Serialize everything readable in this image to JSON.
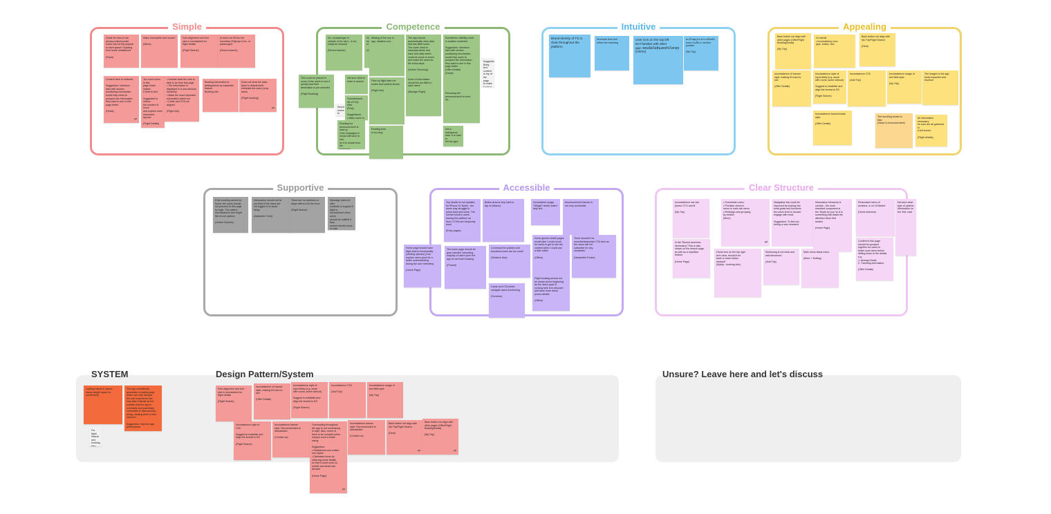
{
  "clusters": {
    "simple": {
      "title": "Simple",
      "color": "#f28b8b"
    },
    "competence": {
      "title": "Competence",
      "color": "#8bb874"
    },
    "intuitive": {
      "title": "Intuitive",
      "color": "#8fd1f2"
    },
    "appealing": {
      "title": "Appealing",
      "color": "#f0d36a"
    },
    "supportive": {
      "title": "Supportive",
      "color": "#a8a8a8"
    },
    "accessible": {
      "title": "Accessible",
      "color": "#c3a8f0"
    },
    "clear_structure": {
      "title": "Clear Structure",
      "color": "#f0c6f3"
    }
  },
  "panels": {
    "system": "SYSTEM",
    "design_pattern": "Design Pattern/System",
    "unsure": "Unsure? Leave here and let's discuss"
  },
  "notes": {
    "simple": [
      {
        "lines": [
          "Guide for new of use",
          "privacy notice/cookie",
          "notice can be flat popular",
          "to save space? Spacing",
          "here looks unbalanced",
          "",
          "(Flystr)"
        ]
      },
      {
        "lines": [
          "Make incomplete and words?",
          "",
          "(Alerts)"
        ]
      },
      {
        "lines": [
          "Font alignment and font",
          "size is inconsistent for",
          "flight details",
          "",
          "(Flight Search)"
        ]
      },
      {
        "lines": [
          "(It does not fill into the",
          "homeflow (Flybuys & Inc. of",
          "passenger)",
          "",
          "(Recent search)"
        ]
      },
      {
        "lines": [
          "Content here is cluttered.",
          "",
          "Suggestion: Introduce",
          "tabs with section",
          "positioning mechanism",
          "would help users to",
          "prospect the information",
          "they want to see in this",
          "page better.",
          "",
          "(Deals)"
        ]
      },
      {
        "lines": [
          "Too much icons in this",
          "page which makes",
          "it hard to find",
          "",
          "Suggested to reduce",
          "the number of icons",
          "and explore more",
          "structured layouts",
          "",
          "(Flight Details)"
        ]
      },
      {
        "lines": [
          "• Unclear what the user is",
          "able to do from this page",
          "• The information is",
          "displayed in a non-obvious",
          "hierarchy",
          "• Make the most important",
          "information stand out",
          "• Cards and CTA not aligned",
          "",
          "(Flight Info)"
        ]
      },
      {
        "lines": [
          "Booking information is",
          "distinguished by subscribe",
          "feature",
          "Booking info"
        ]
      },
      {
        "lines": [
          "Does not clear the data",
          "back to default itself",
          "eliminate the users (crop",
          "back)",
          "",
          "(Flight booking)"
        ]
      }
    ],
    "competence": [
      {
        "lines": [
          "No. of passenger is",
          "outside of the card – it not",
          "easily be ensured",
          "",
          "(Recent search)"
        ]
      },
      {
        "lines": [
          "Not sure what the",
          "recommended options",
          "of the Smart button?",
          "",
          "(Search)"
        ]
      },
      {
        "lines": [
          "The app should",
          "automatically clear data",
          "that has filled some.",
          "The users need to",
          "manually delete and",
          "have new data which",
          "could be prone to errors",
          "and make the users do",
          "the extra steps.",
          "",
          "(Online Checking)"
        ]
      },
      {
        "lines": [
          "Sometimes visibility mode",
          "in location modelled.",
          "",
          "Suggestion: Introduce",
          "tabs with section",
          "positioning mechanism",
          "would help users to",
          "prospect the information",
          "they want to see in this",
          "page better.",
          "(Offer Details)",
          "(Deals)"
        ]
      },
      {
        "lines": [
          "Suggestion:",
          "Bring text content",
          "to top of the page",
          "to make it stand",
          "out more",
          "",
          "(Offer Details)"
        ]
      },
      {
        "lines": [
          "This could be placed to",
          "some of the users to see it",
          "quickly that their",
          "destination is pre-selected",
          "",
          "(Flight Booking)"
        ]
      },
      {
        "lines": [
          "Search where to",
          "place search"
        ]
      },
      {
        "lines": [
          "Not sure what to",
          "enter in search"
        ]
      },
      {
        "lines": [
          "Overwhelmed list of FAQ",
          "links",
          "(FAQ)",
          "",
          "Suggestions:",
          "• Make users to search",
          "the topic",
          "• Introduce tab",
          "positioning"
        ]
      },
      {
        "lines": [
          "Filter by flight date not",
          "sorted and earliest shown",
          "",
          "(Flight Info)"
        ]
      },
      {
        "lines": [
          "Icons of information",
          "should be pre-filled to",
          "save users",
          "",
          "(Manage Flight)"
        ]
      },
      {
        "lines": [
          "Removing the",
          "announcement is ment",
          "up..."
        ]
      },
      {
        "lines": [
          "Missing of the use in",
          "app, disallow sort..."
        ]
      },
      {
        "lines": [
          "Reading the",
          "announcement is hard up",
          "if the messages in",
          "reload still have to test",
          "for it to restart from the",
          "beginning",
          "(News & Announcement)"
        ]
      },
      {
        "lines": [
          "Reading time",
          "is too long"
        ]
      },
      {
        "lines": [
          "Not a ambiguous",
          "data. It is hard to",
          "tell the type"
        ]
      }
    ],
    "intuitive": [
      {
        "lines": [
          "Brand identity of TG is",
          "clear throughout the",
          "platform"
        ]
      },
      {
        "lines": [
          "Shortcuts that look",
          "reflect the branding"
        ]
      },
      {
        "lines": [
          "User icon on the top left",
          "isn't familiar with other",
          "app: คอนนิยไม่คุ้นเคยกับโลกดุจ",
          "(Home)"
        ]
      },
      {
        "lines": [
          "ยะเป้าทุดุประเท่ น่ายจังหน้า",
          "บทความเห็นกะ section",
          "position",
          "",
          "(My Trip)"
        ]
      }
    ],
    "appealing": [
      {
        "lines": [
          "Back button not align with",
          "other pages (Offer/Flight",
          "Booking/Deals)",
          "",
          "(My Trip)"
        ]
      },
      {
        "lines": [
          "UI overall",
          "• Inconsistency icon",
          "type, button, fine"
        ]
      },
      {
        "lines": [
          "Back button not align with",
          "My Trip/Flight Search",
          "",
          "(Deal)"
        ]
      },
      {
        "lines": [
          "Inconsistence of banner",
          "style, making it's hard to",
          "see",
          "",
          "(Offer Details)"
        ]
      },
      {
        "lines": [
          "Inconsistence style of",
          "input fields (e.g. some",
          "with round, some without)",
          "",
          "Suggest to establish and",
          "align the format to DS",
          "",
          "(Flight Search)"
        ]
      },
      {
        "lines": [
          "Inconsistence CTA",
          "",
          "(Add Trip)"
        ]
      },
      {
        "lines": [
          "Inconsistence usage of",
          "text field style",
          "",
          "(My Trip)"
        ]
      },
      {
        "lines": [
          "The images in the app",
          "looks impactful and",
          "bourbon"
        ]
      },
      {
        "lines": [
          "Inconsistence banner/cards",
          "style",
          "",
          "(Offer Details)"
        ]
      },
      {
        "lines": [
          "Text scrolling border to",
          "filter",
          "(News & Announcement)"
        ]
      },
      {
        "lines": [
          "All information necessary",
          "for user are all gathered in",
          "a full screen",
          "",
          "(Flight details)"
        ]
      }
    ],
    "supportive": [
      {
        "lines": [
          "If the booking cannot be",
          "found, the users should",
          "not proceed to this page",
          "by login. The pattern",
          "inconsistence and bright",
          "like errors options",
          "",
          "(Online Checkin)"
        ]
      },
      {
        "lines": [
          "Information should not be",
          "pre-filled if the users are",
          "not logged in to avoid",
          "delay",
          "",
          "(Alabaster Form)"
        ]
      },
      {
        "lines": [
          "There are no solutions or",
          "steps offers to fix the error",
          "",
          "(Flight Search)"
        ]
      },
      {
        "lines": [
          "Message does not offer",
          "contents or support if flight is",
          "inconvenient when users",
          "should be notified if they",
          "cannot resolve issue in case",
          "user has chosen a specific",
          "request FYI, you",
          "",
          "(Trips)"
        ]
      }
    ],
    "accessible": [
      {
        "lines": [
          "Top header is not updated",
          "for iPhone XL Notes - the",
          "users may struggle to",
          "press back and close. The",
          "overall result is users",
          "leaving the platform as",
          "thus 2 CTAs are frequently",
          "used",
          "",
          "(Entry pages)"
        ]
      },
      {
        "lines": [
          "Button area is very hard to",
          "tap on (Macro)"
        ]
      },
      {
        "lines": [
          "Inconsistent usage",
          "\"Widget\" whole wasn't",
          "lady text"
        ]
      },
      {
        "lines": [
          "Announcement banner is",
          "not very accessible"
        ]
      },
      {
        "lines": [
          "Home page should have",
          "flight search functionality",
          "(viewing options) (Can",
          "explore users good for a",
          "better understanding",
          "during the user interview)",
          "",
          "(Home Page)"
        ]
      },
      {
        "lines": [
          "The home page should be",
          "goal oriented. Assuming",
          "majority of users open the",
          "app for air ticket booking",
          "",
          "(Pruned)"
        ]
      },
      {
        "lines": [
          "Command for policies and",
          "functions boxes are too small",
          "",
          "(Sections flow)"
        ]
      },
      {
        "lines": [
          "Some generic detail pages",
          "would take 1 extra scroll",
          "for users to get to see the",
          "content when I could use",
          "a filter editor",
          "",
          "(Offers)"
        ]
      },
      {
        "lines": [
          "There shouldn't be",
          "unscribe/subscribe CTA here as",
          "the users still not",
          "subscribe for any",
          "newsletter.",
          "",
          "(Newsletter Footer)"
        ]
      },
      {
        "lines": [
          "Flight booking should not",
          "be shown at the beginning",
          "as the users' goal in",
          "coming here is to discover",
          "and learn more about",
          "promo details",
          "",
          "(Offers)"
        ]
      },
      {
        "lines": [
          "Cards and CTA which",
          "navigate users functioning",
          "",
          "(Services)"
        ]
      }
    ],
    "clear": [
      {
        "lines": [
          "Inconsistence nav bar",
          "(home CTO and lit",
          "",
          "(My Trip)"
        ]
      },
      {
        "lines": [
          "• Overwhelm menu",
          "• Prioritize check in",
          "menu to main tab menu",
          "• Redesign and grouping",
          "by section",
          "(More)"
        ]
      },
      {
        "lines": [
          "Navigation bar could be",
          "improved by looking into",
          "what goals and functions",
          "the users tend to do/use/",
          "engage with most.",
          "",
          "Suggestion: To find out",
          "during a user research."
        ]
      },
      {
        "lines": [
          "Information hierarchy is",
          "unclear - the most",
          "standard component is",
          "the 'Deals for you' so it is",
          "something that draws the",
          "attention when first",
          "landed",
          "",
          "(Home Page)"
        ]
      },
      {
        "lines": [
          "Redundant menu of",
          "sections: in on Hi Market",
          "",
          "(Home banners)"
        ]
      },
      {
        "lines": [
          "Not sure what",
          "type of options",
          "information on",
          "the 'this' card"
        ]
      },
      {
        "lines": [
          "Is the 'Recent searches",
          "necessary? This is also",
          "shown on the search page",
          "as well as a repetitive",
          "feature",
          "",
          "(Home Page)"
        ]
      },
      {
        "lines": [
          "Home icon on the top right",
          "isn't clear, should it be",
          "back or close button",
          "instead?",
          "(Mytrip - booking info)"
        ]
      },
      {
        "lines": [
          "Sectioning is not clear and",
          "well-structured",
          "",
          "(Add Trip)"
        ]
      },
      {
        "lines": [
          "Main menu blank menu",
          "",
          "(More + Setting)"
        ]
      },
      {
        "lines": [
          "Content in this page",
          "should be grouped",
          "together for users to",
          "better scan them before",
          "drilling down to the details",
          "e.g.",
          "1. Airways Deals",
          "2. Traveling information",
          "",
          "(Offer Details)"
        ]
      }
    ],
    "system": [
      {
        "lines": [
          "Loading status & calmer,",
          "heavy weight space for",
          "connectivity"
        ]
      },
      {
        "lines": [
          "The app consistently",
          "generates a loading page",
          "which can only disrupts",
          "the user experience but",
          "may also frustrate as the",
          "solution that the app is",
          "unreliable and potentially",
          "vulnerable to data security,",
          "along, causing them to feel",
          "insecure.",
          "",
          "Suggestion: Improve app",
          "performance"
        ]
      },
      {
        "lines": [
          "For flight Search",
          "and booking",
          "filter should",
          "make sense"
        ]
      }
    ],
    "design": [
      {
        "lines": [
          "Font alignment and font",
          "size is inconsistent for",
          "flight details",
          "",
          "(Flight Search)"
        ]
      },
      {
        "lines": [
          "Inconsistence UI banner",
          "style, making it's hard to",
          "see",
          "",
          "(Offer Details)"
        ]
      },
      {
        "lines": [
          "Inconsistence style of",
          "input fields (e.g. some",
          "with round, some without)",
          "",
          "Suggest to establish and",
          "align the format to DS",
          "",
          "(Flight Search)"
        ]
      },
      {
        "lines": [
          "Inconsistence CTA",
          "",
          "(Add Trip)"
        ]
      },
      {
        "lines": [
          "Inconsistence usage of",
          "text field style",
          "",
          "(My Trip)"
        ]
      },
      {
        "lines": [
          "Inconsistence style of",
          "CTA",
          "",
          "Suggest to establish and",
          "align the format to DS",
          "",
          "(Flight Search)"
        ]
      },
      {
        "lines": [
          "Inconsistence banner",
          "style. Recommended to",
          "standardize",
          "",
          "(Contact us)"
        ]
      },
      {
        "lines": [
          "Overloading throughout",
          "the app is not consistency",
          "in style. Also, some of",
          "them to be complex when",
          "using in such a small",
          "sizing.",
          "",
          "Suggestion:",
          "• Established and unified",
          "icon styles",
          "• Optimised icons by",
          "reducing some details",
          "so that it could work on",
          "mobile and small size",
          "devices",
          "",
          "(Home Page)"
        ]
      },
      {
        "lines": [
          "Inconsistence banner",
          "style. Recommended to",
          "standardize",
          "",
          "(Contact us)"
        ]
      },
      {
        "lines": [
          "Back button not align with",
          "My Trip/Flight Search",
          "",
          "(Deal)"
        ]
      },
      {
        "lines": [
          "Back button not align with",
          "other pages (Offer/Flight",
          "Booking/Deals)",
          "",
          "(My Trip)"
        ]
      }
    ]
  }
}
